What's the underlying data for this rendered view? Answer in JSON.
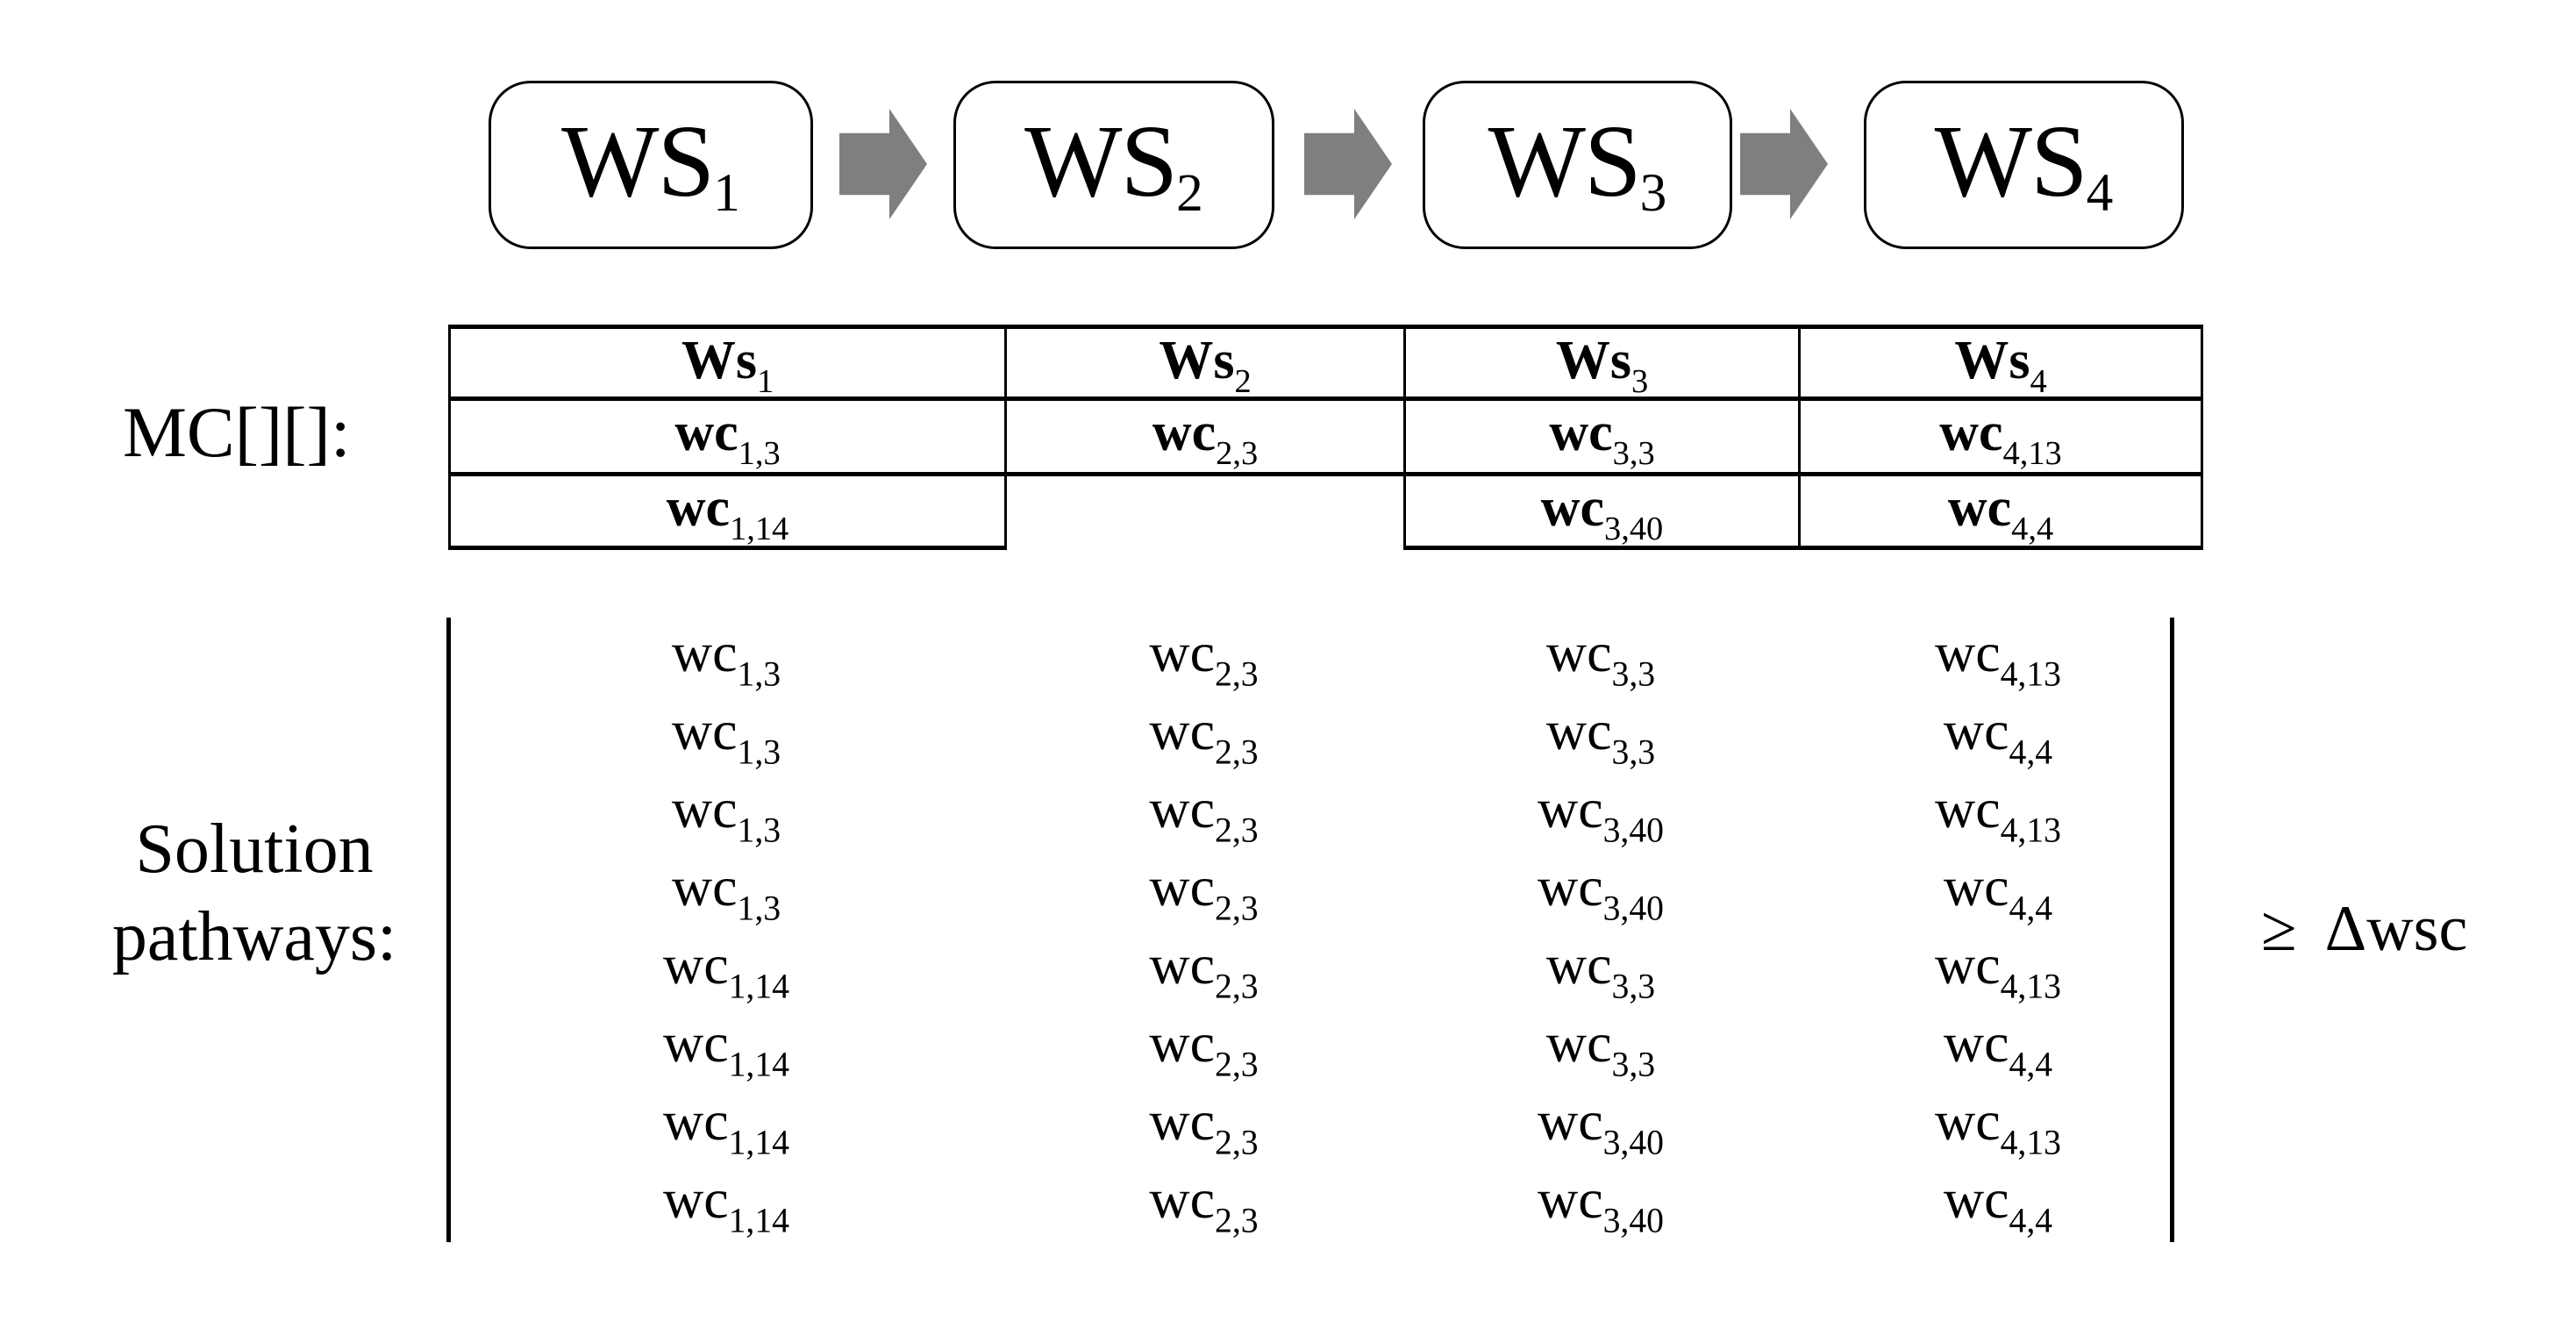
{
  "workflow": {
    "nodes": [
      {
        "label": "WS",
        "sub": "1"
      },
      {
        "label": "WS",
        "sub": "2"
      },
      {
        "label": "WS",
        "sub": "3"
      },
      {
        "label": "WS",
        "sub": "4"
      }
    ],
    "arrow_color": "#7f7f7f"
  },
  "matrix": {
    "label": "MC[][]:",
    "headers": [
      {
        "base": "Ws",
        "sub": "1"
      },
      {
        "base": "Ws",
        "sub": "2"
      },
      {
        "base": "Ws",
        "sub": "3"
      },
      {
        "base": "Ws",
        "sub": "4"
      }
    ],
    "rows": [
      [
        {
          "base": "wc",
          "sub": "1,3"
        },
        {
          "base": "wc",
          "sub": "2,3"
        },
        {
          "base": "wc",
          "sub": "3,3"
        },
        {
          "base": "wc",
          "sub": "4,13"
        }
      ],
      [
        {
          "base": "wc",
          "sub": "1,14"
        },
        null,
        {
          "base": "wc",
          "sub": "3,40"
        },
        {
          "base": "wc",
          "sub": "4,4"
        }
      ]
    ]
  },
  "pathways": {
    "label_line1": "Solution",
    "label_line2": "pathways:",
    "rows": [
      [
        {
          "base": "wc",
          "sub": "1,3"
        },
        {
          "base": "wc",
          "sub": "2,3"
        },
        {
          "base": "wc",
          "sub": "3,3"
        },
        {
          "base": "wc",
          "sub": "4,13"
        }
      ],
      [
        {
          "base": "wc",
          "sub": "1,3"
        },
        {
          "base": "wc",
          "sub": "2,3"
        },
        {
          "base": "wc",
          "sub": "3,3"
        },
        {
          "base": "wc",
          "sub": "4,4"
        }
      ],
      [
        {
          "base": "wc",
          "sub": "1,3"
        },
        {
          "base": "wc",
          "sub": "2,3"
        },
        {
          "base": "wc",
          "sub": "3,40"
        },
        {
          "base": "wc",
          "sub": "4,13"
        }
      ],
      [
        {
          "base": "wc",
          "sub": "1,3"
        },
        {
          "base": "wc",
          "sub": "2,3"
        },
        {
          "base": "wc",
          "sub": "3,40"
        },
        {
          "base": "wc",
          "sub": "4,4"
        }
      ],
      [
        {
          "base": "wc",
          "sub": "1,14"
        },
        {
          "base": "wc",
          "sub": "2,3"
        },
        {
          "base": "wc",
          "sub": "3,3"
        },
        {
          "base": "wc",
          "sub": "4,13"
        }
      ],
      [
        {
          "base": "wc",
          "sub": "1,14"
        },
        {
          "base": "wc",
          "sub": "2,3"
        },
        {
          "base": "wc",
          "sub": "3,3"
        },
        {
          "base": "wc",
          "sub": "4,4"
        }
      ],
      [
        {
          "base": "wc",
          "sub": "1,14"
        },
        {
          "base": "wc",
          "sub": "2,3"
        },
        {
          "base": "wc",
          "sub": "3,40"
        },
        {
          "base": "wc",
          "sub": "4,13"
        }
      ],
      [
        {
          "base": "wc",
          "sub": "1,14"
        },
        {
          "base": "wc",
          "sub": "2,3"
        },
        {
          "base": "wc",
          "sub": "3,40"
        },
        {
          "base": "wc",
          "sub": "4,4"
        }
      ]
    ],
    "inequality": {
      "symbol": "≥",
      "rhs": "Δwsc"
    }
  }
}
